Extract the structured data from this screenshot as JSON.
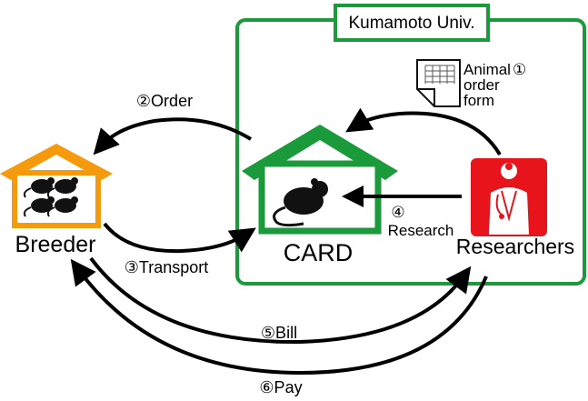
{
  "frame": {
    "title": "Kumamoto Univ.",
    "border_color": "#1a9a3a"
  },
  "nodes": {
    "breeder": {
      "label": "Breeder",
      "house_color": "#f59a0c"
    },
    "card": {
      "label": "CARD",
      "house_color": "#1a9a3a"
    },
    "researchers": {
      "label": "Researchers",
      "icon_bg": "#e8141b"
    }
  },
  "document": {
    "label_line1": "Animal",
    "label_line2": "order",
    "label_line3": "form",
    "step": "①"
  },
  "steps": {
    "order": "②Order",
    "transport": "③Transport",
    "research_num": "④",
    "research": "Research",
    "bill": "⑤Bill",
    "pay": "⑥Pay"
  }
}
